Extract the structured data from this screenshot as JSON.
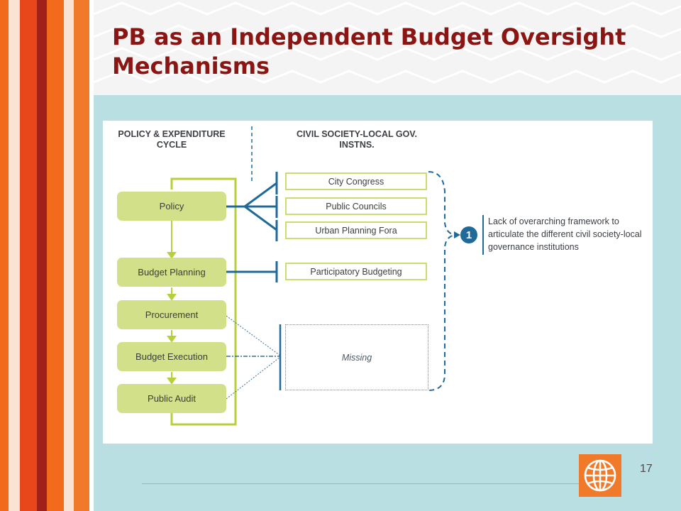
{
  "slide": {
    "title": "PB as an Independent Budget Oversight Mechanisms",
    "page_number": "17"
  },
  "diagram": {
    "left_heading": "POLICY & EXPENDITURE CYCLE",
    "right_heading": "CIVIL SOCIETY-LOCAL GOV. INSTNS.",
    "stages": [
      "Policy",
      "Budget Planning",
      "Procurement",
      "Budget Execution",
      "Public Audit"
    ],
    "institutions": [
      "City Congress",
      "Public Councils",
      "Urban Planning Fora",
      "Participatory Budgeting"
    ],
    "missing_label": "Missing",
    "callout": {
      "number": "1",
      "text": "Lack of overarching framework to articulate the different civil society-local governance institutions"
    }
  },
  "colors": {
    "title": "#8a1512",
    "green_fill": "#d2e08a",
    "green_line": "#b6d03a",
    "blue": "#1f6a99",
    "content_bg": "#b9dfe3",
    "stripe_orange": "#f26b1d",
    "stripe_red": "#d8401a",
    "stripe_dark_red": "#a0201a"
  },
  "icons": [
    "world-bank-globe-icon"
  ]
}
